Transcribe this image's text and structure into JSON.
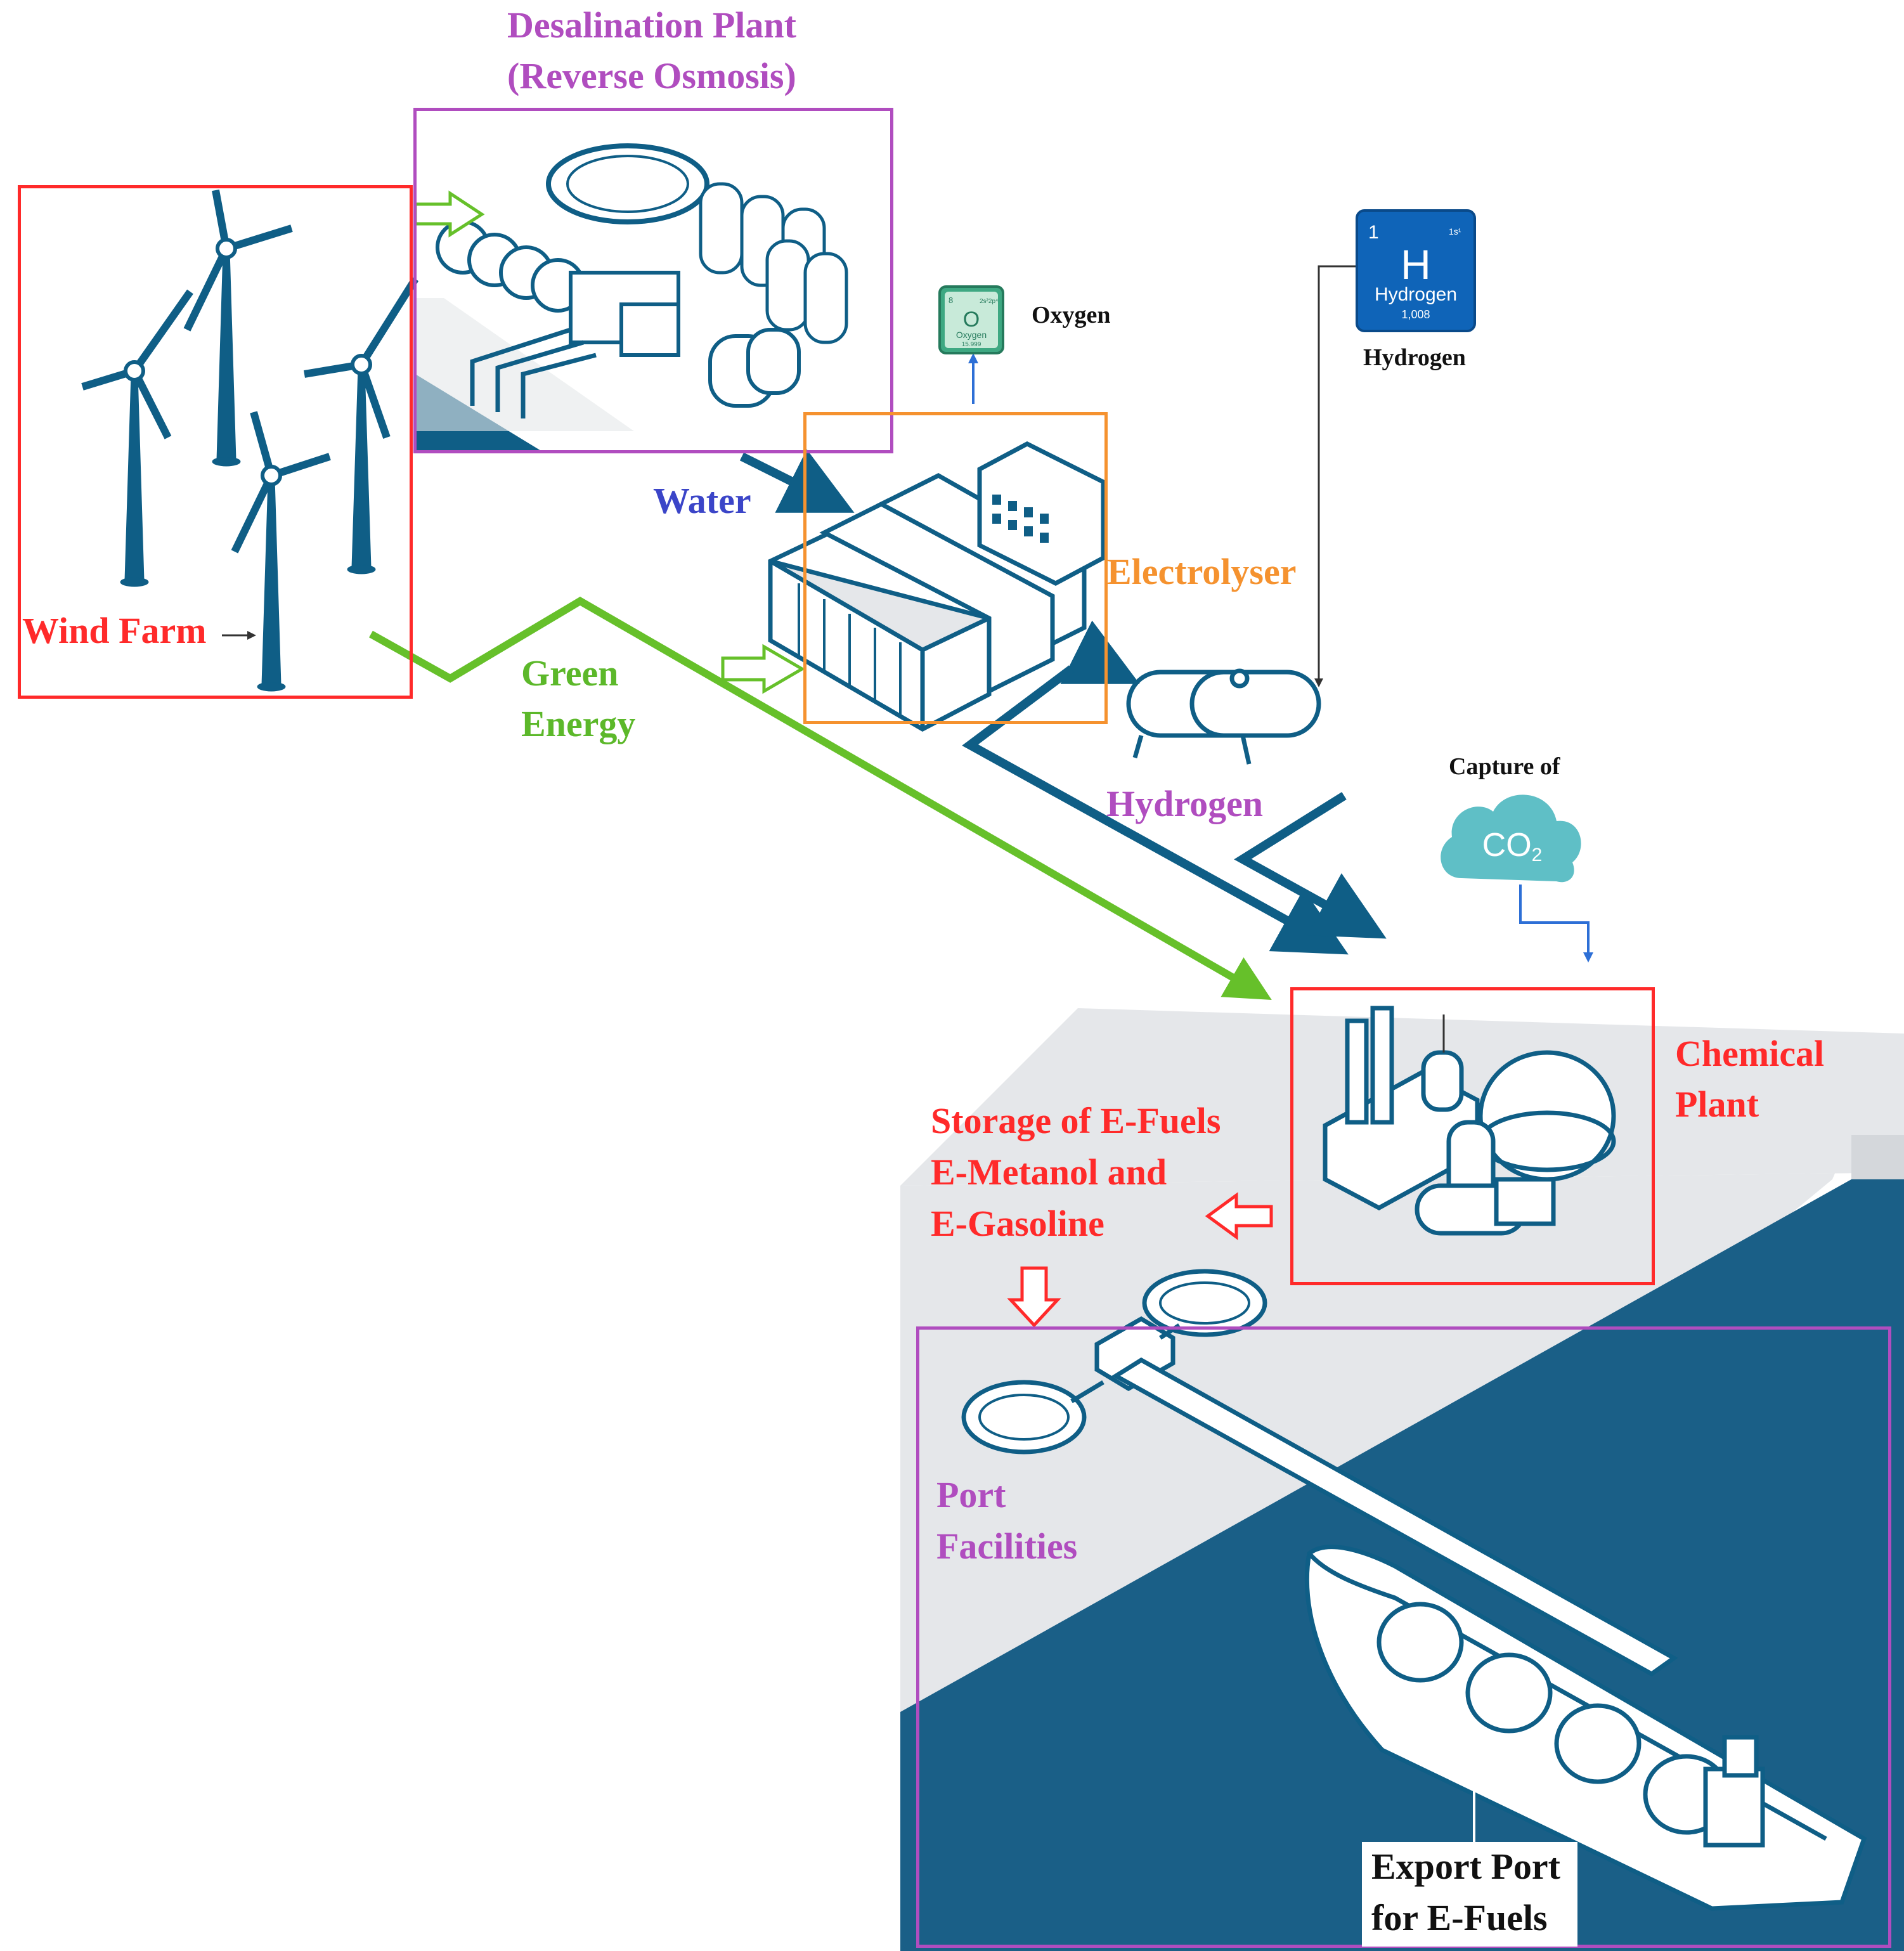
{
  "colors": {
    "navy": "#0f5e86",
    "sea": "#1a5f87",
    "ground": "#e5e7ea",
    "wind_box": "#ff2a2a",
    "desal_box": "#b04dbf",
    "electro_box": "#f5922f",
    "chem_box": "#ff2a2a",
    "port_box": "#b04dbf",
    "green_line": "#66c02a",
    "water_text": "#3b45c8"
  },
  "labels": {
    "desal_title_1": "Desalination Plant",
    "desal_title_2": "(Reverse Osmosis)",
    "oxygen": "Oxygen",
    "hydrogen_top": "Hydrogen",
    "water": "Water",
    "electrolyser": "Electrolyser",
    "wind_farm": "Wind Farm",
    "green_energy_1": "Green",
    "green_energy_2": "Energy",
    "hydrogen_mid": "Hydrogen",
    "capture_of": "Capture of",
    "chemical_1": "Chemical",
    "chemical_2": "Plant",
    "storage_1": "Storage of E-Fuels",
    "storage_2": "E-Metanol and",
    "storage_3": "E-Gasoline",
    "port_1": "Port",
    "port_2": "Facilities",
    "export_1": "Export Port",
    "export_2": "for E-Fuels"
  },
  "elements": {
    "oxygen": {
      "number": "8",
      "config": "2s²2p⁴",
      "symbol": "O",
      "name": "Oxygen",
      "mass": "15.999"
    },
    "hydrogen": {
      "number": "1",
      "config": "1s¹",
      "symbol": "H",
      "name": "Hydrogen",
      "mass": "1,008"
    }
  },
  "co2": {
    "text_main": "CO",
    "text_sub": "2"
  },
  "icons": {
    "wind_farm": "wind-turbine-icon",
    "desalination": "desalination-plant-icon",
    "electrolyser": "electrolyser-building-icon",
    "hydrogen_storage": "hydrogen-tank-icon",
    "chemical_plant": "chemical-plant-icon",
    "co2_capture": "co2-cloud-icon",
    "port": "port-storage-tank-icon",
    "ship": "lng-tanker-ship-icon"
  }
}
